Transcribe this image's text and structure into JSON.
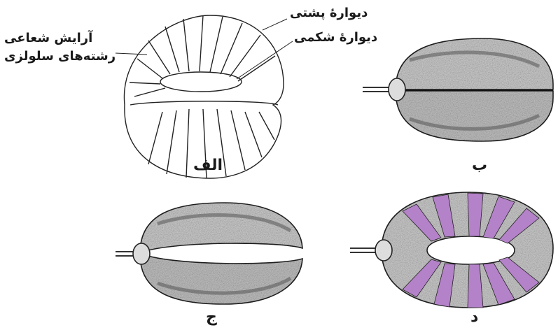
{
  "colors": {
    "cell_fill": "#d6d6d6",
    "cell_shade": "#4a4a4a",
    "outline": "#222222",
    "microfibril_band": "#b482c8"
  },
  "labels": {
    "radial_micellation_line1": "آرایش شعاعی",
    "radial_micellation_line2": "رشته‌های سلولزی",
    "dorsal_wall": "دیوارهٔ پشتی",
    "ventral_wall": "دیوارهٔ شکمی"
  },
  "panels": {
    "a": "الف",
    "b": "ب",
    "c": "ج",
    "d": "د"
  }
}
